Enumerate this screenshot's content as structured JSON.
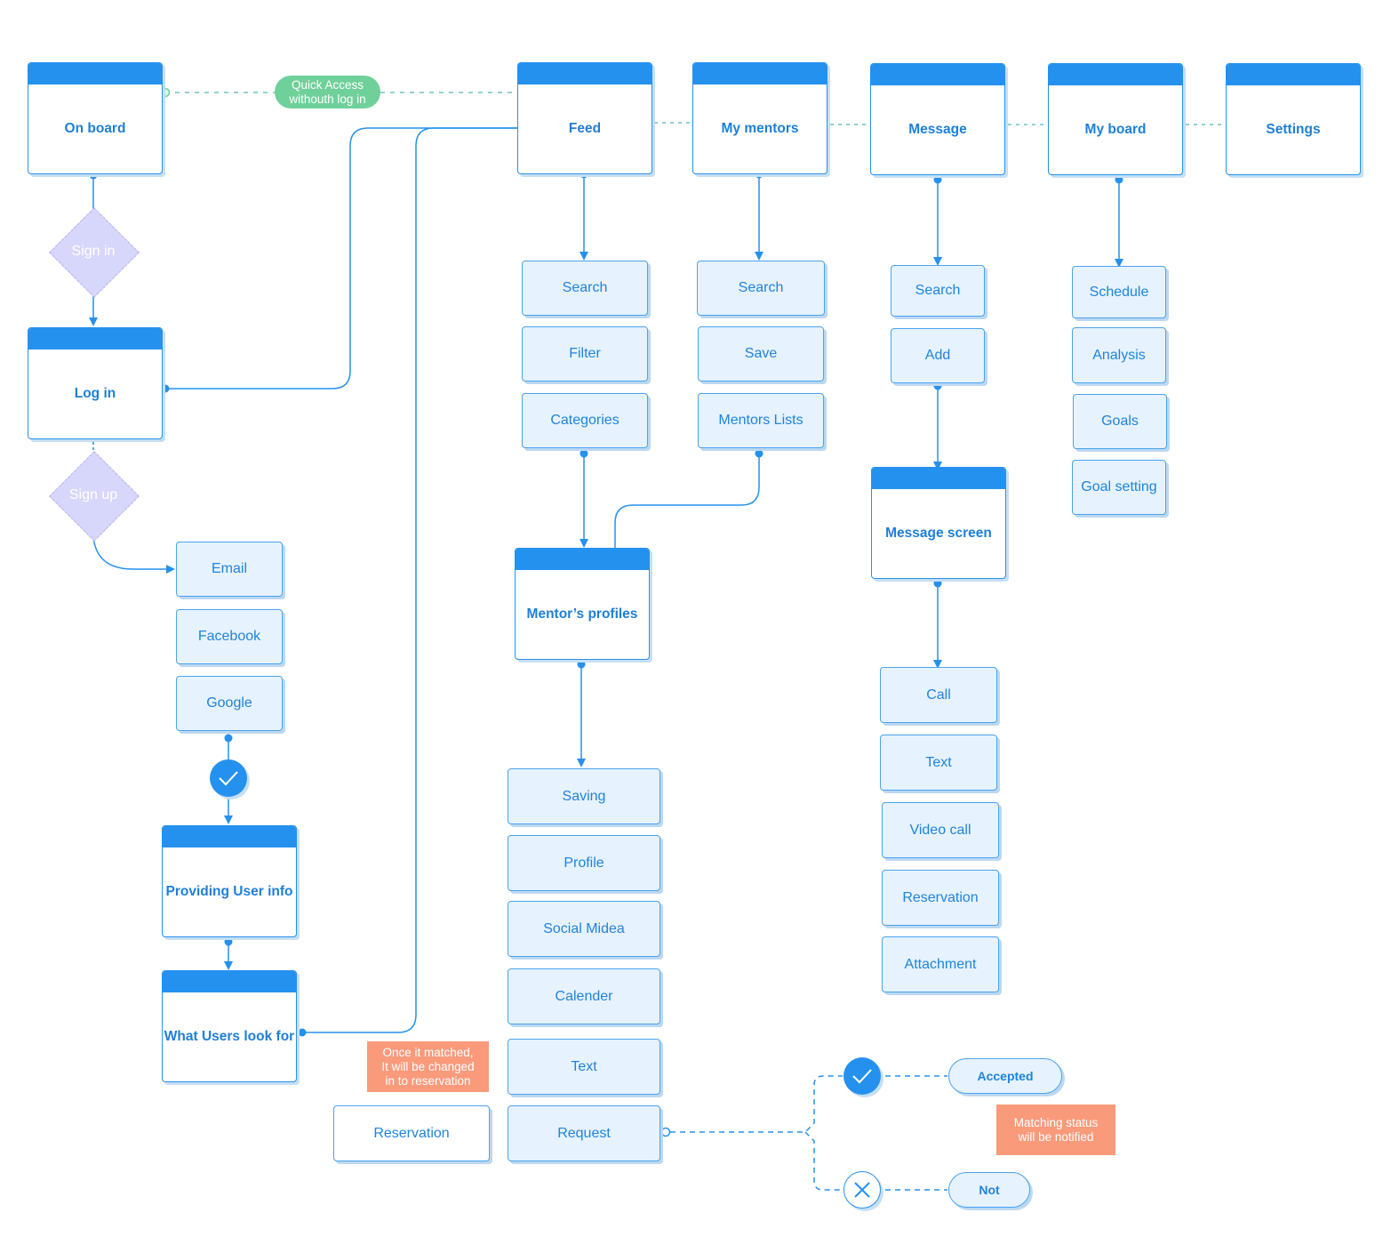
{
  "screens": {
    "onboard": "On board",
    "login": "Log in",
    "feed": "Feed",
    "my_mentors": "My mentors",
    "message": "Message",
    "my_board": "My board",
    "settings": "Settings",
    "message_screen": "Message screen",
    "mentor_profiles": "Mentor’s profiles",
    "providing_user_info": "Providing User info",
    "what_users_look_for": "What Users look for"
  },
  "decisions": {
    "sign_in": "Sign in",
    "sign_up": "Sign up"
  },
  "quick_access": {
    "line1": "Quick Access",
    "line2": "withouth log in"
  },
  "signup_options": [
    "Email",
    "Facebook",
    "Google"
  ],
  "feed_items": [
    "Search",
    "Filter",
    "Categories"
  ],
  "mentors_items": [
    "Search",
    "Save",
    "Mentors Lists"
  ],
  "message_items": [
    "Search",
    "Add"
  ],
  "board_items": [
    "Schedule",
    "Analysis",
    "Goals",
    "Goal setting"
  ],
  "message_screen_items": [
    "Call",
    "Text",
    "Video call",
    "Reservation",
    "Attachment"
  ],
  "profile_items": [
    "Saving",
    "Profile",
    "Social Midea",
    "Calender",
    "Text",
    "Request"
  ],
  "reservation_box": "Reservation",
  "notes": {
    "matched": [
      "Once it matched,",
      "It will be changed",
      "in to reservation"
    ],
    "matching_status": [
      "Matching status",
      "will be notified"
    ]
  },
  "outcomes": {
    "accepted": "Accepted",
    "not": "Not"
  },
  "colors": {
    "primary": "#2591ee",
    "box_fill": "#e6f2fd",
    "decision": "#d7d6fb",
    "note": "#f99a7b",
    "quick_access": "#6fd09a"
  }
}
